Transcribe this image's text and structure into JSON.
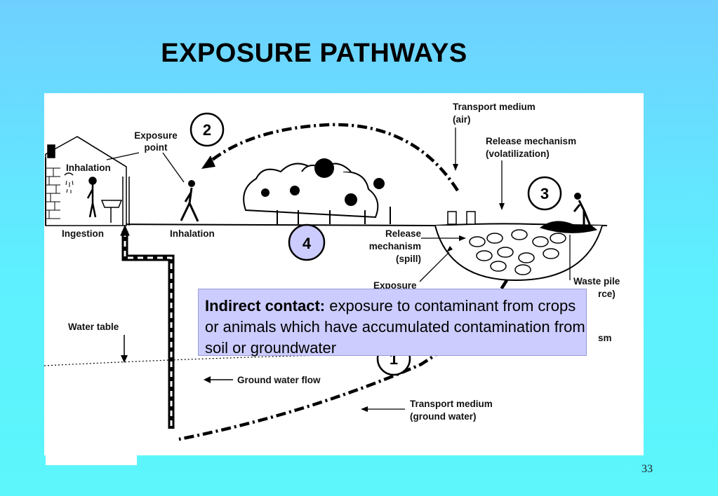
{
  "title": "EXPOSURE PATHWAYS",
  "labels": {
    "exposure_point": [
      "Exposure",
      "point"
    ],
    "inhalation_house": "Inhalation",
    "ingestion": "Ingestion",
    "inhalation_walker": "Inhalation",
    "transport_air": [
      "Transport medium",
      "(air)"
    ],
    "release_volatilization": [
      "Release mechanism",
      "(volatilization)"
    ],
    "release_spill": [
      "Release",
      "mechanism",
      "(spill)"
    ],
    "exposure_partial": "Exposure",
    "waste_pile": [
      "Waste pile",
      "rce)"
    ],
    "sm_fragment": "sm",
    "water_table": "Water table",
    "ground_water_flow": "Ground water flow",
    "transport_groundwater": [
      "Transport medium",
      "(ground water)"
    ]
  },
  "pathway_numbers": [
    "1",
    "2",
    "3",
    "4"
  ],
  "callout": {
    "bold": "Indirect contact:",
    "text": " exposure to contaminant from crops or animals which have accumulated contamination from soil or groundwater"
  },
  "page_number": "33",
  "colors": {
    "callout_bg": "#ccccff",
    "highlight_circle": "#ccccff"
  }
}
